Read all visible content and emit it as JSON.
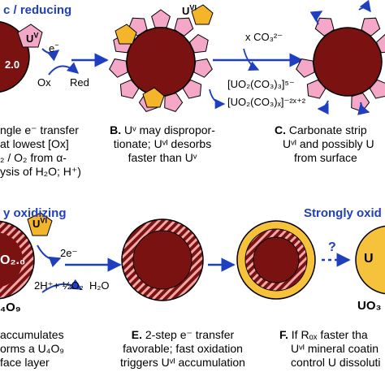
{
  "colors": {
    "header_blue": "#1f3fbf",
    "uo2_core": "#7a1212",
    "core_outline": "#000000",
    "pink_uv": "#f4a7c7",
    "yellow_uvi": "#f5b52a",
    "oxide_coat": "#f6c23c",
    "arrow_blue": "#1f3fbf"
  },
  "top": {
    "header": "c / reducing",
    "panel_a": {
      "u_label": "U",
      "u_sup": "V",
      "electron": "e",
      "electron_sup": "−",
      "ox": "Ox",
      "red": "Red",
      "core_sub": "2.0",
      "caption_lines": [
        "ngle e⁻ transfer",
        " at lowest [Ox]",
        "₂ / O₂ from α-",
        "ysis of H₂O; H⁺)"
      ]
    },
    "panel_b": {
      "u_label": "U",
      "u_sup": "VI",
      "caption_letter": "B.",
      "caption_lines": [
        "Uᵛ may dispropor-",
        "tionate; Uᵛᴵ desorbs",
        "faster than Uᵛ"
      ]
    },
    "panel_c": {
      "reagent": "x CO₃²⁻",
      "complex1": "[UO₂(CO₃)₃]⁵⁻",
      "complex2": "[UO₂(CO₃)ₓ]⁻²ˣ⁺²",
      "caption_letter": "C.",
      "caption_lines": [
        "Carbonate strip",
        "Uᵛᴵ and possibly U",
        "from surface"
      ]
    }
  },
  "bottom": {
    "header_left": "y oxidizing",
    "header_right": "Strongly oxid",
    "panel_d": {
      "u_label": "U",
      "u_sup": "VI",
      "core_label": "O₂.₀",
      "electrons": "2e⁻",
      "reaction_left": "2H⁺+ ½O₂",
      "reaction_right": "H₂O",
      "product": "₄O₉",
      "caption_lines": [
        "accumulates",
        "orms a U₄O₉",
        "face layer"
      ]
    },
    "panel_e": {
      "caption_letter": "E.",
      "caption_lines": [
        "2-step e⁻ transfer",
        "favorable; fast oxidation",
        "triggers Uᵛᴵ accumulation"
      ]
    },
    "panel_f": {
      "question": "?",
      "core_label": "U",
      "product": "UO₃",
      "caption_letter": "F.",
      "caption_lines": [
        "If Rₒₓ faster tha",
        "Uᵛᴵ mineral coatin",
        "control U dissoluti"
      ]
    }
  }
}
